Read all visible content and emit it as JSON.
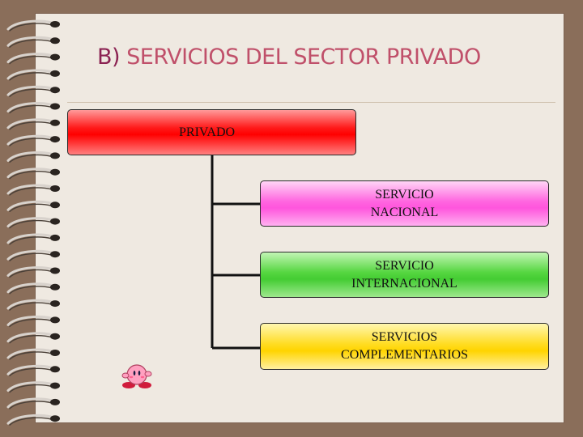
{
  "slide": {
    "title_prefix": "B)",
    "title_text": " SERVICIOS DEL SECTOR PRIVADO"
  },
  "diagram": {
    "root": {
      "label": "PRIVADO"
    },
    "children": [
      {
        "line1": "SERVICIO",
        "line2": "NACIONAL",
        "color": "#ff55dd"
      },
      {
        "line1": "SERVICIO",
        "line2": "INTERNACIONAL",
        "color": "#44cc33"
      },
      {
        "line1": "SERVICIOS",
        "line2": "COMPLEMENTARIOS",
        "color": "#ffd400"
      }
    ],
    "root_color": "#ff0000"
  },
  "decorations": {
    "binding": "spiral-binding-icon",
    "mascot": "kirby-icon"
  }
}
